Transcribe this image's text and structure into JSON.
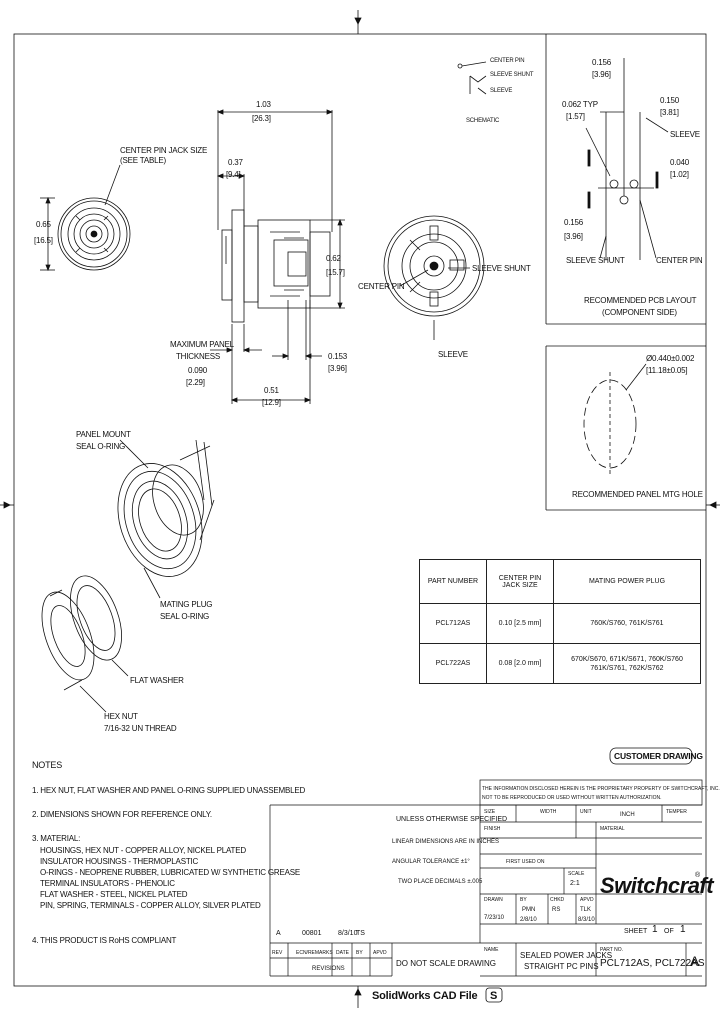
{
  "drawing": {
    "dims": {
      "overall_len": "1.03",
      "overall_len_mm": "[26.3]",
      "front_len": "0.37",
      "front_len_mm": "[9.4]",
      "front_dia": "0.65",
      "front_dia_mm": "[16.5]",
      "body_dia": "0.62",
      "body_dia_mm": "[15.7]",
      "panel_thk": "0.090",
      "panel_thk_mm": "[2.29]",
      "term_sp": "0.153",
      "term_sp_mm": "[3.96]",
      "thread_len": "0.51",
      "thread_len_mm": "[12.9]"
    },
    "labels": {
      "center_pin_jack": "CENTER PIN JACK SIZE",
      "see_table": "(SEE TABLE)",
      "max_panel": "MAXIMUM PANEL",
      "thickness": "THICKNESS",
      "center_pin": "CENTER PIN",
      "sleeve_shunt": "SLEEVE SHUNT",
      "sleeve": "SLEEVE",
      "panel_mount": "PANEL MOUNT",
      "seal_oring": "SEAL O-RING",
      "mating_plug": "MATING PLUG",
      "seal_oring2": "SEAL O-RING",
      "flat_washer": "FLAT WASHER",
      "hex_nut": "HEX NUT",
      "hex_thread": "7/16-32 UN THREAD"
    },
    "schematic": {
      "center_pin": "CENTER PIN",
      "sleeve_shunt": "SLEEVE SHUNT",
      "sleeve": "SLEEVE",
      "title": "SCHEMATIC"
    },
    "pcb": {
      "d1": "0.156",
      "d1_mm": "[3.96]",
      "d2": "0.150",
      "d2_mm": "[3.81]",
      "d3": "0.062 TYP",
      "d3_mm": "[1.57]",
      "d4": "0.040",
      "d4_mm": "[1.02]",
      "d5": "0.156",
      "d5_mm": "[3.96]",
      "sleeve": "SLEEVE",
      "sleeve_shunt": "SLEEVE SHUNT",
      "center_pin": "CENTER PIN",
      "title1": "RECOMMENDED PCB LAYOUT",
      "title2": "(COMPONENT SIDE)"
    },
    "panel_hole": {
      "dia": "Ø0.440±0.002",
      "dia_mm": "[11.18±0.05]",
      "title": "RECOMMENDED PANEL MTG HOLE"
    }
  },
  "table": {
    "headers": [
      "PART NUMBER",
      "CENTER PIN JACK SIZE",
      "MATING POWER PLUG"
    ],
    "rows": [
      [
        "PCL712AS",
        "0.10 [2.5 mm]",
        "760K/S760, 761K/S761"
      ],
      [
        "PCL722AS",
        "0.08 [2.0 mm]",
        "670K/S670, 671K/S671, 760K/S760 761K/S761, 762K/S762"
      ]
    ]
  },
  "customer_drawing": "CUSTOMER DRAWING",
  "notes": {
    "title": "NOTES",
    "n1": "1. HEX NUT, FLAT WASHER AND PANEL O-RING SUPPLIED UNASSEMBLED",
    "n2": "2. DIMENSIONS SHOWN FOR REFERENCE ONLY.",
    "n3": "3. MATERIAL:",
    "n3a": "HOUSINGS, HEX NUT - COPPER ALLOY, NICKEL PLATED",
    "n3b": "INSULATOR HOUSINGS - THERMOPLASTIC",
    "n3c": "O-RINGS - NEOPRENE RUBBER, LUBRICATED W/ SYNTHETIC GREASE",
    "n3d": "TERMINAL INSULATORS - PHENOLIC",
    "n3e": "FLAT WASHER - STEEL, NICKEL PLATED",
    "n3f": "PIN, SPRING, TERMINALS - COPPER ALLOY, SILVER PLATED",
    "n4": "4. THIS PRODUCT IS RoHS COMPLIANT"
  },
  "title_block": {
    "proprietary1": "THE INFORMATION DISCLOSED HEREIN IS THE PROPRIETARY PROPERTY OF SWITCHCRAFT, INC. AND IS",
    "proprietary2": "NOT TO BE REPRODUCED OR USED WITHOUT WRITTEN AUTHORIZATION.",
    "unless": "UNLESS OTHERWISE SPECIFIED",
    "tol1": "LINEAR DIMENSIONS ARE IN INCHES",
    "tol2": "ANGULAR TOLERANCE ±1°",
    "tol3": "TWO PLACE DECIMALS ±.005",
    "size": "SIZE",
    "width": "WIDTH",
    "unit": "UNIT",
    "unit_val": "INCH",
    "temper": "TEMPER",
    "finish": "FINISH",
    "material": "MATERIAL",
    "first_used": "FIRST USED ON",
    "scale": "SCALE",
    "scale_val": "2:1",
    "drawn": "DRAWN",
    "by": "BY",
    "chkd": "CHKD",
    "apvd": "APVD",
    "date": "7/23/10",
    "by_val": "PMN",
    "chkd_val": "RS",
    "apvd_val": "TLK",
    "date2": "2/8/10",
    "date3": "8/3/10",
    "sheet": "SHEET",
    "sheet_no": "1",
    "of": "OF",
    "sheet_of": "1",
    "rev_a": "A",
    "rev_num": "00801",
    "rev_date": "8/3/10",
    "rev_by": "TS",
    "rev_col": "REV",
    "ecn": "ECN/REMARKS",
    "date_col": "DATE",
    "by_col": "BY",
    "apvd_col": "APVD",
    "revisions": "REVISIONS",
    "no_scale": "DO NOT SCALE DRAWING",
    "name": "NAME",
    "desc1": "SEALED POWER JACKS",
    "desc2": "STRAIGHT PC PINS",
    "part_no": "PART NO.",
    "part_val": "PCL712AS, PCL722AS",
    "rev_letter": "A",
    "brand": "Switchcraft",
    "brand_reg": "®"
  },
  "footer": {
    "cad": "SolidWorks CAD File",
    "cad_icon": "S"
  }
}
